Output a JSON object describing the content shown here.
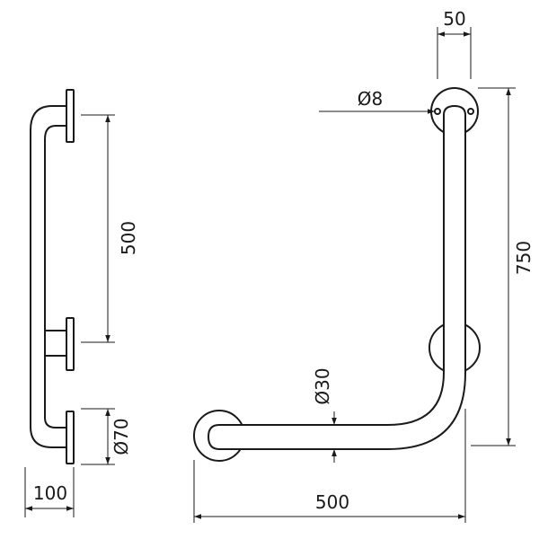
{
  "drawing": {
    "side_view": {
      "spacing_label": "500",
      "flange_label": "Ø70",
      "depth_label": "100"
    },
    "front_view": {
      "flange_offset_label": "50",
      "hole_label": "Ø8",
      "height_label": "750",
      "tube_label": "Ø30",
      "width_label": "500"
    },
    "colors": {
      "line": "#1a1a1a",
      "background": "#ffffff"
    }
  }
}
